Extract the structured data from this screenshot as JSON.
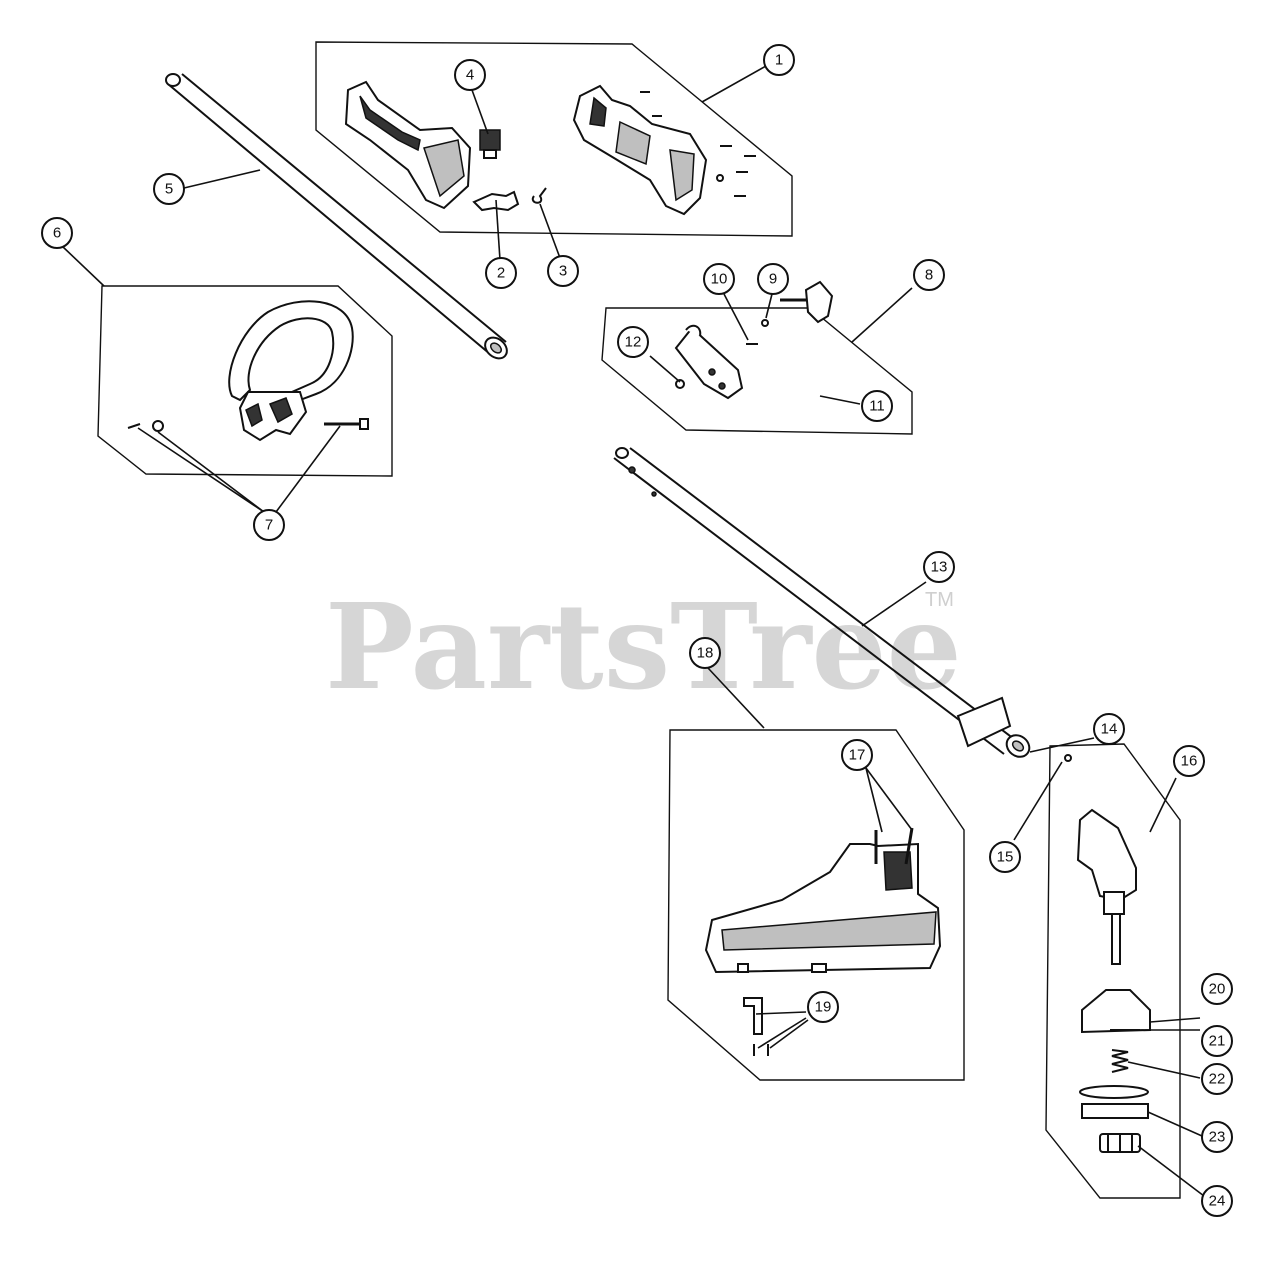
{
  "watermark": {
    "text": "PartsTree",
    "tm": "TM"
  },
  "callouts": [
    "1",
    "2",
    "3",
    "4",
    "5",
    "6",
    "7",
    "8",
    "9",
    "10",
    "11",
    "12",
    "13",
    "14",
    "15",
    "16",
    "17",
    "18",
    "19",
    "20",
    "21",
    "22",
    "23",
    "24"
  ]
}
